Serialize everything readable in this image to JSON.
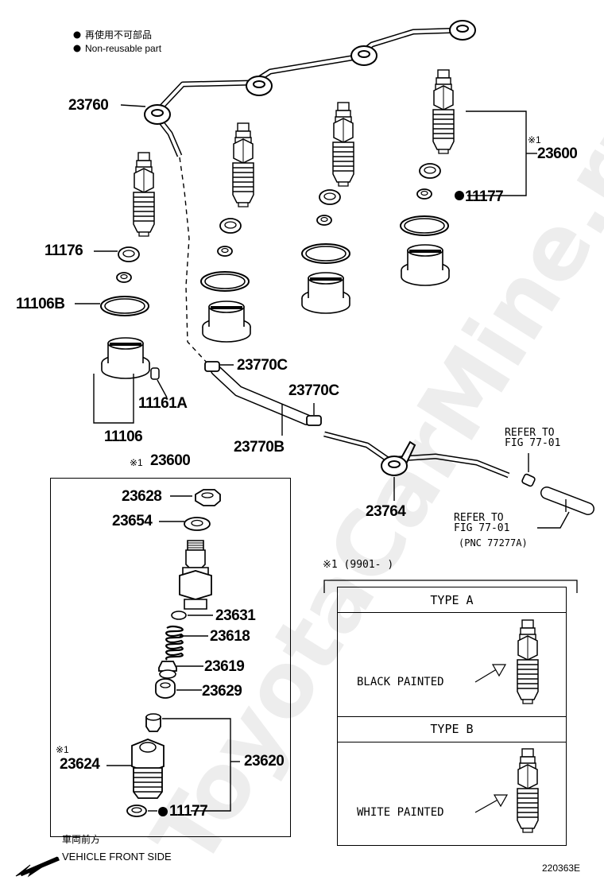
{
  "legend": {
    "jp": "再使用不可部品",
    "en": "Non-reusable part"
  },
  "parts": {
    "p23760": "23760",
    "p23600_top": "23600",
    "p11177_top": "11177",
    "p11176": "11176",
    "p11106B": "11106B",
    "p11161A": "11161A",
    "p11106": "11106",
    "p23770C_a": "23770C",
    "p23770C_b": "23770C",
    "p23770B": "23770B",
    "p23764": "23764",
    "p23600_box": "23600",
    "p23628": "23628",
    "p23654": "23654",
    "p23631": "23631",
    "p23618": "23618",
    "p23619": "23619",
    "p23629": "23629",
    "p23624": "23624",
    "p23620": "23620",
    "p11177_box": "11177"
  },
  "marks": {
    "star1": "※1"
  },
  "refer1": {
    "line1": "REFER TO",
    "line2": "FIG 77-01"
  },
  "refer2": {
    "line1": "REFER TO",
    "line2": "FIG 77-01",
    "line3": "(PNC 77277A)"
  },
  "variant": {
    "code": "※1 (9901-      )",
    "type_a": "TYPE A",
    "type_b": "TYPE B",
    "black": "BLACK PAINTED",
    "white": "WHITE PAINTED"
  },
  "footer": {
    "jp": "車両前方",
    "en": "VEHICLE FRONT SIDE",
    "fig": "220363E"
  },
  "watermark": "ToyotaCarMine.ru"
}
